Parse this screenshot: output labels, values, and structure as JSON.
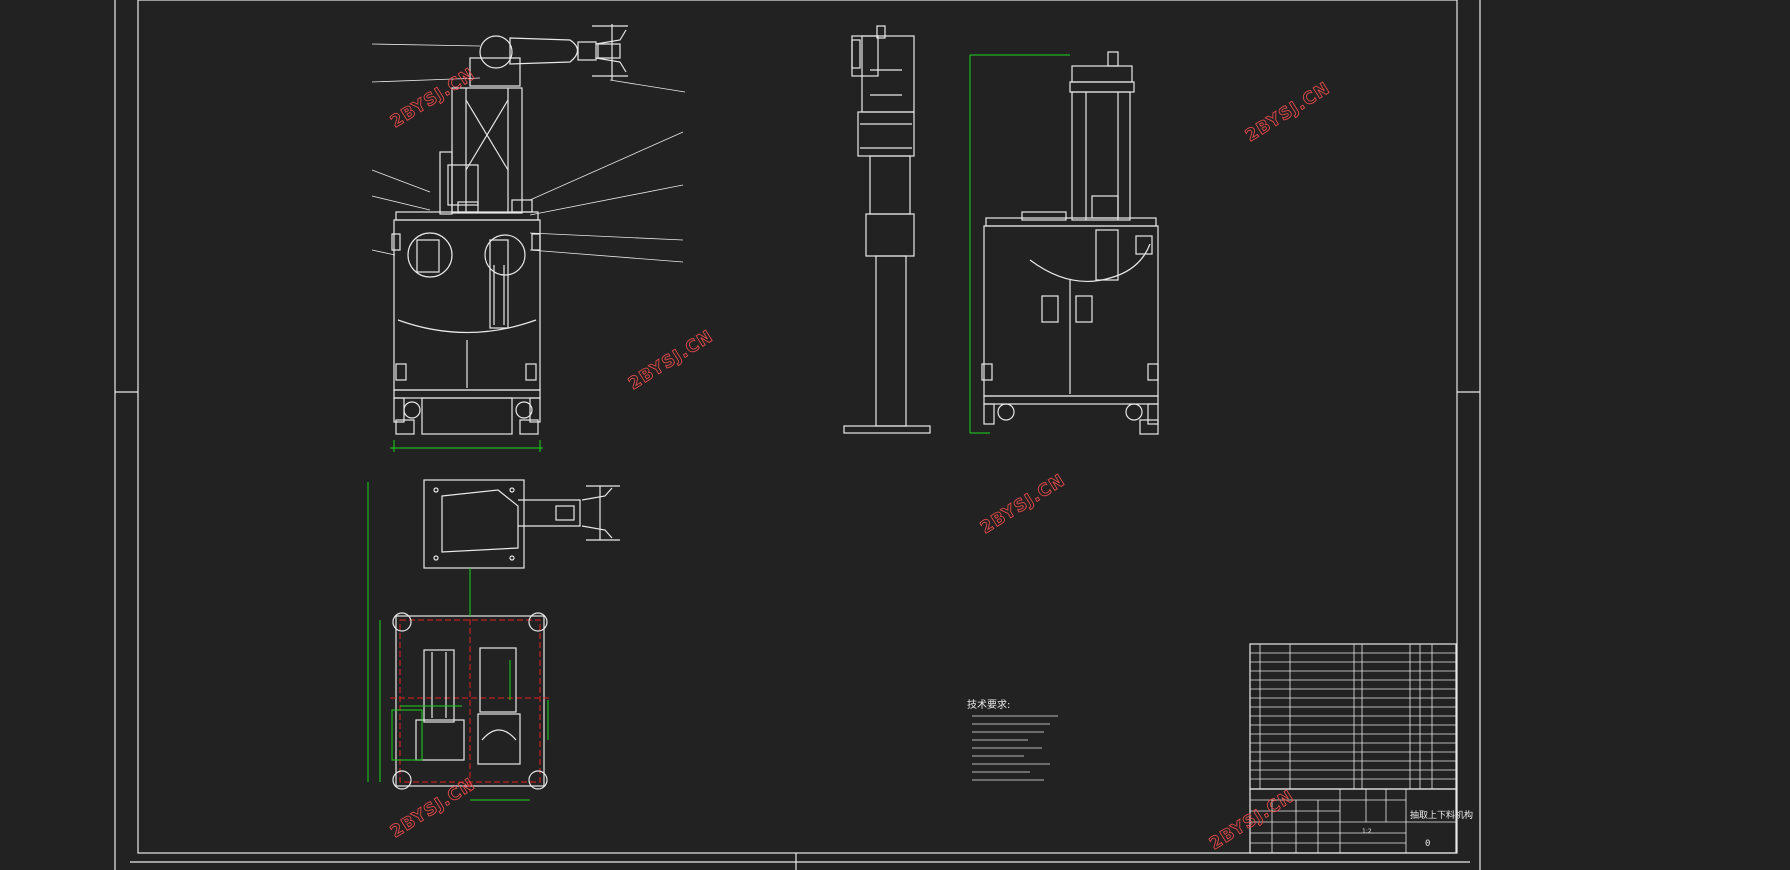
{
  "title_block": {
    "drawing_title": "抽取上下料机构",
    "scale_ratio": "1:2",
    "sheet_number": "0"
  },
  "tech_requirements": {
    "heading": "技术要求:"
  },
  "watermark": {
    "text": "2BYSJ.CN"
  },
  "colors": {
    "background": "#222222",
    "line": "#e8e8e8",
    "dimension": "#19d419",
    "centerline": "#e02020",
    "watermark": "#e04a4a"
  }
}
